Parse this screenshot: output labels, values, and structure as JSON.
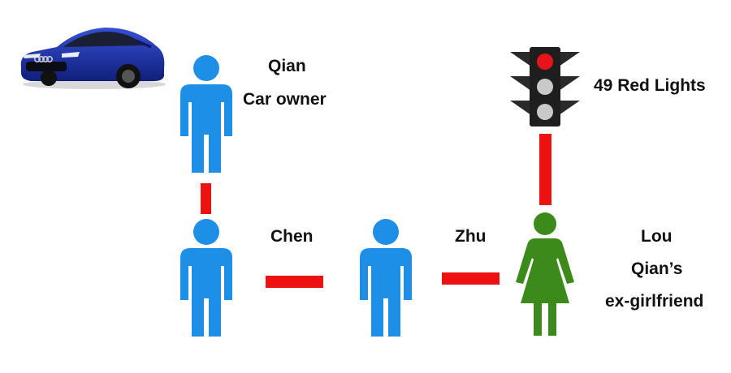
{
  "people": {
    "qian": {
      "name": "Qian",
      "role": "Car owner"
    },
    "chen": {
      "name": "Chen"
    },
    "zhu": {
      "name": "Zhu"
    },
    "lou": {
      "name": "Lou",
      "role_line1": "Qian’s",
      "role_line2": "ex-girlfriend"
    }
  },
  "traffic_light": {
    "caption": "49 Red Lights",
    "lit_color": "#e8141b"
  },
  "colors": {
    "person_male": "#1e8fe6",
    "person_female": "#3c8a1c",
    "link": "#ee1111",
    "car_body": "#1a2fa8"
  },
  "icons": [
    "car-icon",
    "person-icon",
    "female-person-icon",
    "traffic-light-icon"
  ]
}
